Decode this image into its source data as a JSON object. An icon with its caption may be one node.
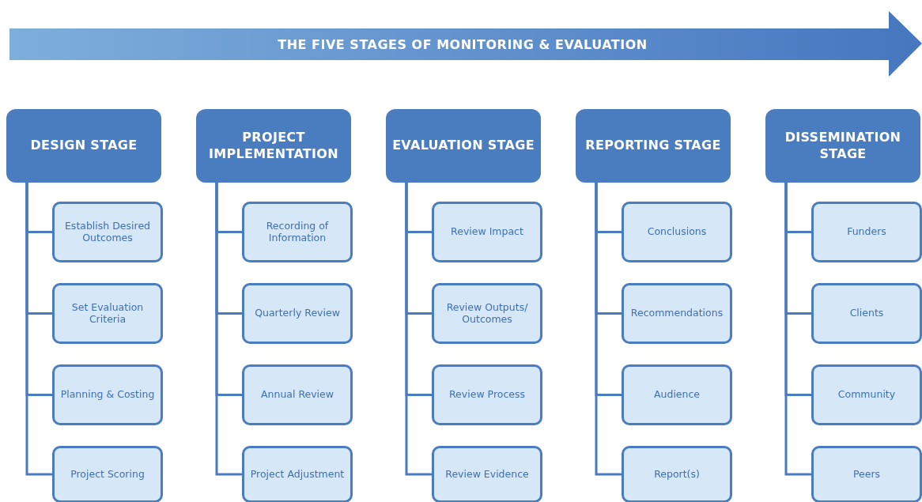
{
  "diagram": {
    "title": "THE FIVE STAGES OF MONITORING & EVALUATION",
    "nodes": [
      {
        "text": [
          "DESIGN STAGE"
        ]
      },
      {
        "text": [
          "Establish Desired Outcomes"
        ]
      },
      {
        "text": [
          "Set Evaluation Criteria"
        ]
      },
      {
        "text": [
          "Planning & Costing"
        ]
      },
      {
        "text": [
          "Project Scoring"
        ]
      },
      {
        "text": [
          "PROJECT IMPLEMENTATION"
        ]
      },
      {
        "text": [
          "Recording of Information"
        ]
      },
      {
        "text": [
          "Quarterly Review"
        ]
      },
      {
        "text": [
          "Annual Review"
        ]
      },
      {
        "text": [
          "Project Adjustment"
        ]
      },
      {
        "text": [
          "EVALUATION STAGE"
        ]
      },
      {
        "text": [
          "Review Impact"
        ]
      },
      {
        "text": [
          "Review Outputs/ Outcomes"
        ]
      },
      {
        "text": [
          "Review Process"
        ]
      },
      {
        "text": [
          "Review Evidence"
        ]
      },
      {
        "text": [
          "REPORTING STAGE"
        ]
      },
      {
        "text": [
          "Conclusions"
        ]
      },
      {
        "text": [
          "Recommendations"
        ]
      },
      {
        "text": [
          "Audience"
        ]
      },
      {
        "text": [
          "Report(s)"
        ]
      },
      {
        "text": [
          "DISSEMINATION STAGE"
        ]
      },
      {
        "text": [
          "Funders"
        ]
      },
      {
        "text": [
          "Clients"
        ]
      },
      {
        "text": [
          "Community"
        ]
      },
      {
        "text": [
          "Peers"
        ]
      }
    ],
    "edges": [
      {
        "from": 0,
        "to": 1,
        "arrow": "none"
      },
      {
        "from": 0,
        "to": 2,
        "arrow": "none"
      },
      {
        "from": 0,
        "to": 3,
        "arrow": "none"
      },
      {
        "from": 0,
        "to": 4,
        "arrow": "none"
      },
      {
        "from": 5,
        "to": 6,
        "arrow": "none"
      },
      {
        "from": 5,
        "to": 7,
        "arrow": "none"
      },
      {
        "from": 5,
        "to": 8,
        "arrow": "none"
      },
      {
        "from": 5,
        "to": 9,
        "arrow": "none"
      },
      {
        "from": 10,
        "to": 11,
        "arrow": "none"
      },
      {
        "from": 10,
        "to": 12,
        "arrow": "none"
      },
      {
        "from": 10,
        "to": 13,
        "arrow": "none"
      },
      {
        "from": 10,
        "to": 14,
        "arrow": "none"
      },
      {
        "from": 15,
        "to": 16,
        "arrow": "none"
      },
      {
        "from": 15,
        "to": 17,
        "arrow": "none"
      },
      {
        "from": 15,
        "to": 18,
        "arrow": "none"
      },
      {
        "from": 15,
        "to": 19,
        "arrow": "none"
      },
      {
        "from": 20,
        "to": 21,
        "arrow": "none"
      },
      {
        "from": 20,
        "to": 22,
        "arrow": "none"
      },
      {
        "from": 20,
        "to": 23,
        "arrow": "none"
      },
      {
        "from": 20,
        "to": 24,
        "arrow": "none"
      }
    ]
  }
}
